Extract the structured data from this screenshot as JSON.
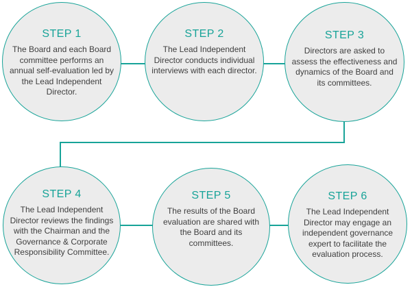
{
  "diagram": {
    "name": "board-self-evaluation-process",
    "colors": {
      "accent": "#17A398",
      "circle_fill": "#ECECEC",
      "body_text": "#3E3E3E",
      "background": "#FFFFFF"
    },
    "steps": [
      {
        "label": "STEP 1",
        "text": "The Board and each Board committee performs an annual self-evaluation led by the Lead Independent Director."
      },
      {
        "label": "STEP 2",
        "text": "The Lead Independent Director conducts individual interviews with each director."
      },
      {
        "label": "STEP 3",
        "text": "Directors are asked to assess the effectiveness and dynamics of the Board and its committees."
      },
      {
        "label": "STEP 4",
        "text": "The Lead Independent Director reviews the findings with the Chairman and the Governance & Corporate Responsibility Committee."
      },
      {
        "label": "STEP 5",
        "text": "The results of the Board evaluation are shared with the Board and its committees."
      },
      {
        "label": "STEP 6",
        "text": "The Lead Independent Director may engage an independent governance expert to facilitate the evaluation process."
      }
    ]
  }
}
